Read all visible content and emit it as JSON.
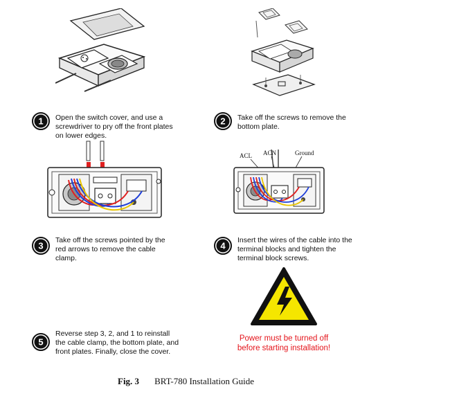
{
  "steps": [
    {
      "number": "1",
      "text": "Open the switch cover, and use a screwdriver to pry off the front plates on lower edges."
    },
    {
      "number": "2",
      "text": "Take off the screws to remove the bottom plate."
    },
    {
      "number": "3",
      "text": "Take off the screws pointed by the red arrows to remove the cable clamp."
    },
    {
      "number": "4",
      "text": "Insert the wires of the cable into the terminal blocks and tighten the terminal block screws."
    },
    {
      "number": "5",
      "text": "Reverse step 3, 2, and 1 to reinstall the cable clamp, the bottom plate, and front plates. Finally, close the cover."
    }
  ],
  "wire_labels": {
    "acl": "ACL",
    "acn": "ACN",
    "ground": "Ground"
  },
  "warning": {
    "line1": "Power must be turned off",
    "line2": "before starting installation!"
  },
  "caption": {
    "fig": "Fig. 3",
    "title": "BRT-780 Installation Guide"
  },
  "colors": {
    "warning_red": "#e4141b",
    "warning_yellow": "#f5e600",
    "wire_red": "#e02020",
    "wire_blue": "#1f3fd8",
    "wire_yellow": "#e8c400"
  }
}
